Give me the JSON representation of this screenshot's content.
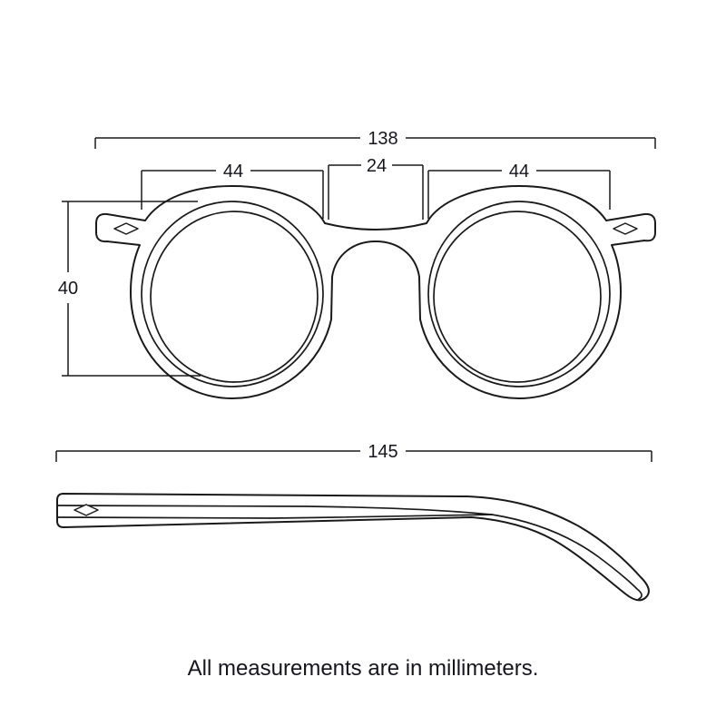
{
  "diagram": {
    "caption": "All measurements are in millimeters.",
    "front_view": {
      "total_width_mm": "138",
      "left_lens_width_mm": "44",
      "bridge_width_mm": "24",
      "right_lens_width_mm": "44",
      "lens_height_mm": "40"
    },
    "side_view": {
      "temple_length_mm": "145"
    },
    "colors": {
      "line": "#1a1a1a",
      "text": "#15151e",
      "background": "#ffffff"
    }
  }
}
